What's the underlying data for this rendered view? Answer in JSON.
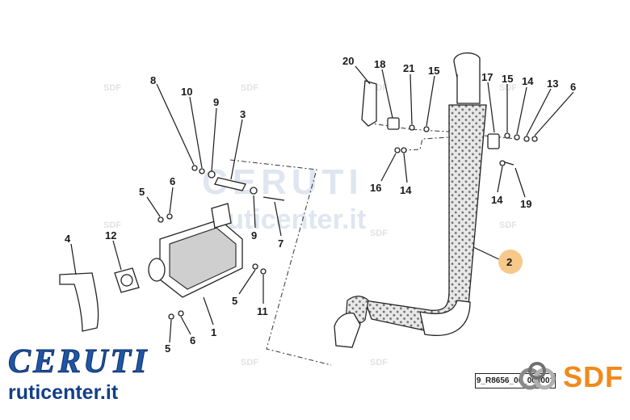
{
  "callouts": {
    "c20": "20",
    "c18": "18",
    "c21": "21",
    "c15a": "15",
    "c17": "17",
    "c15b": "15",
    "c14a": "14",
    "c13": "13",
    "c6a": "6",
    "c8": "8",
    "c10": "10",
    "c9a": "9",
    "c3": "3",
    "c16": "16",
    "c14b": "14",
    "c14c": "14",
    "c19": "19",
    "c6b": "6",
    "c5a": "5",
    "c9b": "9",
    "c7": "7",
    "c12": "12",
    "c4": "4",
    "c2": "2",
    "c5b": "5",
    "c11": "11",
    "c1": "1",
    "c6c": "6",
    "c5c": "5"
  },
  "watermark": {
    "text": "CERUTI",
    "subtext": "ruticenter.it",
    "sdf_mark": "SDF"
  },
  "brand": {
    "logo_text": "CERUTI",
    "url": "ruticenter.it"
  },
  "drawing_code": "9_R8656_00_00_001",
  "sdf_logo": {
    "text": "SDF",
    "color": "#f08a1c"
  },
  "colors": {
    "highlight": "#f6c98a",
    "brand_blue": "#1f56a6",
    "sdf_orange": "#f08a1c"
  }
}
